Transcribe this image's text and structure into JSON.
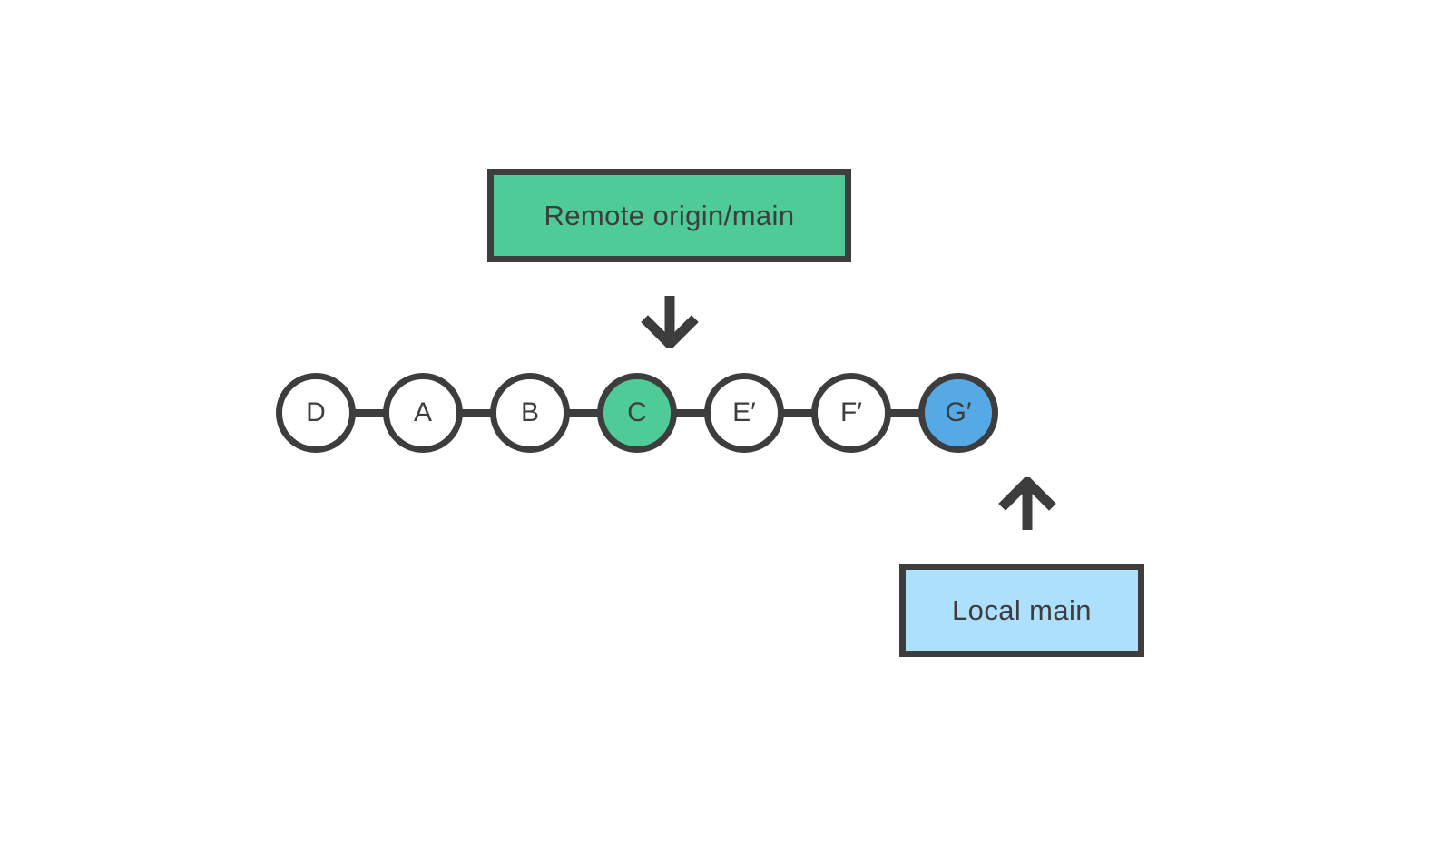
{
  "diagram": {
    "type": "git-commit-graph",
    "background_color": "#ffffff",
    "stroke_color": "#3d3d3d",
    "remote_label": {
      "text": "Remote origin/main",
      "fill_color": "#4ecb96",
      "points_to": "C"
    },
    "local_label": {
      "text": "Local main",
      "fill_color": "#ace0fd",
      "points_to": "G′"
    },
    "arrows": [
      {
        "name": "remote-to-c",
        "direction": "down"
      },
      {
        "name": "local-to-g",
        "direction": "up"
      }
    ],
    "commits": [
      {
        "label": "D",
        "fill": "white",
        "fill_color": "#ffffff"
      },
      {
        "label": "A",
        "fill": "white",
        "fill_color": "#ffffff"
      },
      {
        "label": "B",
        "fill": "white",
        "fill_color": "#ffffff"
      },
      {
        "label": "C",
        "fill": "green",
        "fill_color": "#4ecb96"
      },
      {
        "label": "E′",
        "fill": "white",
        "fill_color": "#ffffff"
      },
      {
        "label": "F′",
        "fill": "white",
        "fill_color": "#ffffff"
      },
      {
        "label": "G′",
        "fill": "blue",
        "fill_color": "#55aae5"
      }
    ]
  }
}
